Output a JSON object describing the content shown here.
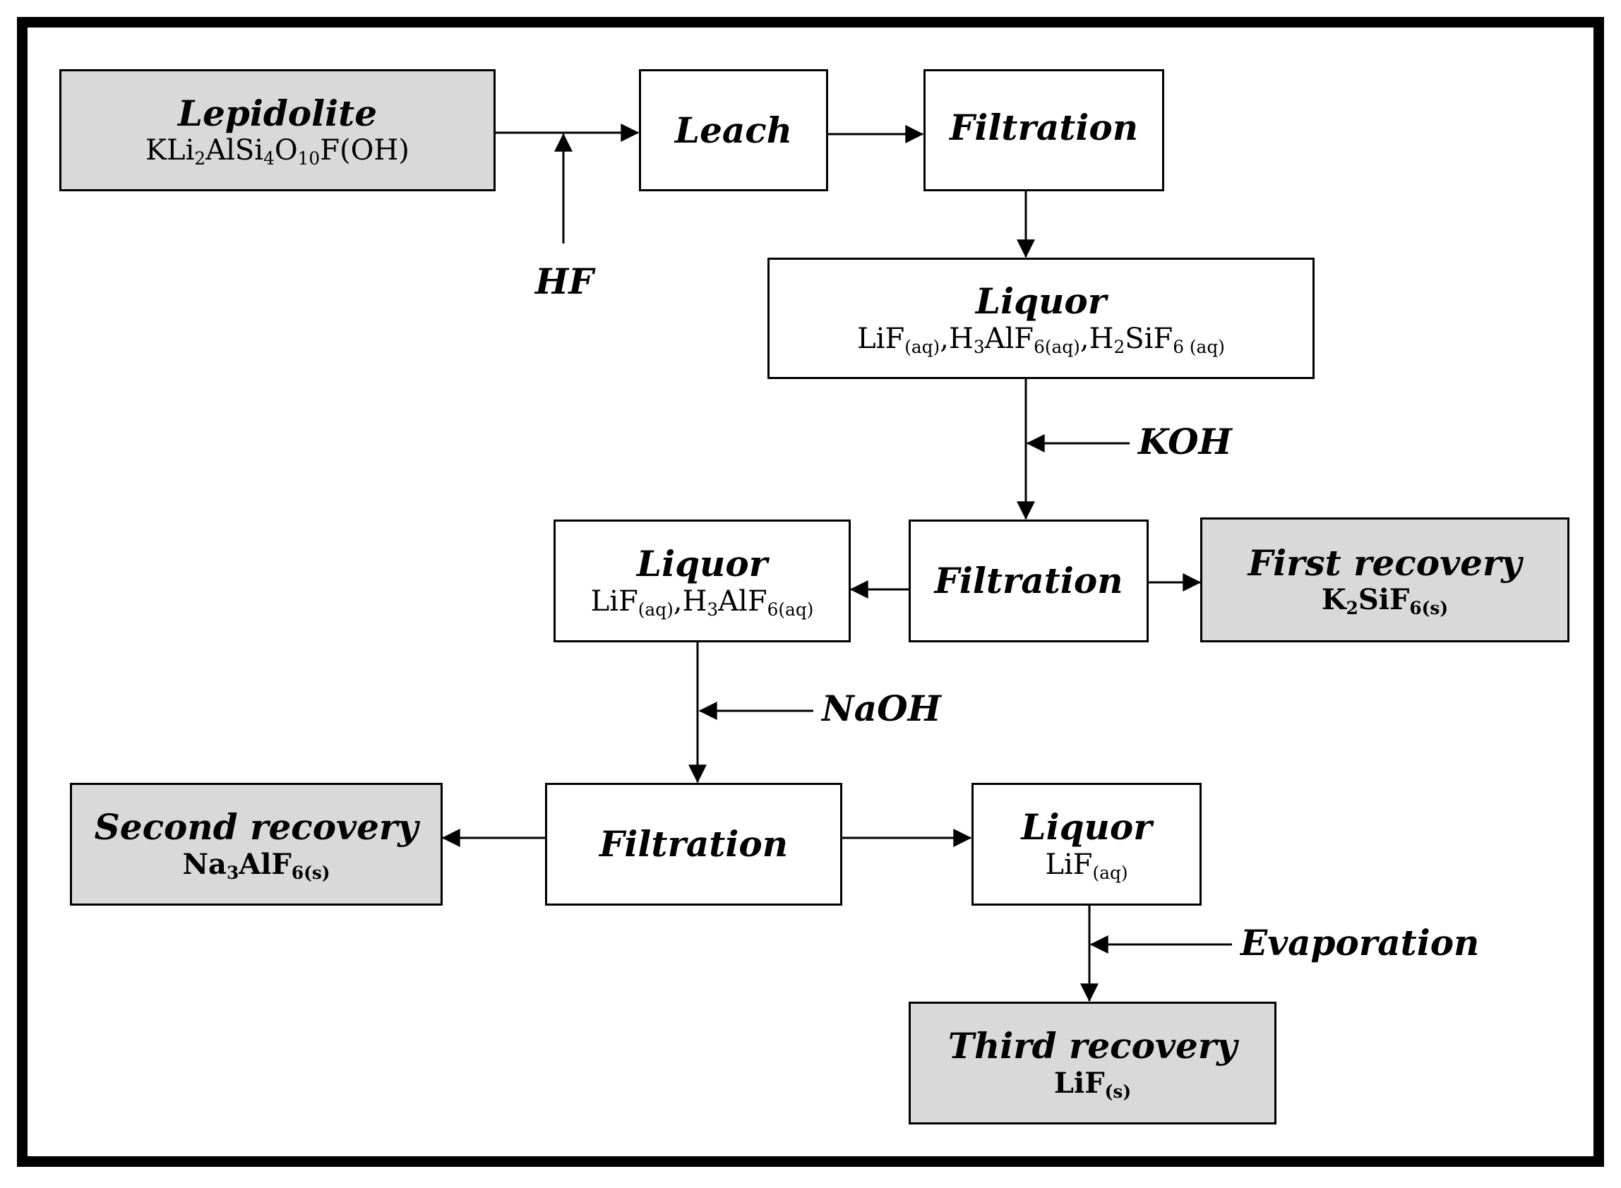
{
  "nodes": {
    "lepidolite": {
      "title": "Lepidolite",
      "formula": [
        {
          "t": "KLi"
        },
        {
          "s": "2"
        },
        {
          "t": "AlSi"
        },
        {
          "s": "4"
        },
        {
          "t": "O"
        },
        {
          "s": "10"
        },
        {
          "t": "F(OH)"
        }
      ]
    },
    "leach": {
      "title": "Leach"
    },
    "filtration_1": {
      "title": "Filtration"
    },
    "liquor_1": {
      "title": "Liquor",
      "formula": [
        {
          "t": "LiF"
        },
        {
          "s": "(aq)"
        },
        {
          "t": ",H"
        },
        {
          "s": "3"
        },
        {
          "t": "AlF"
        },
        {
          "s": "6(aq)"
        },
        {
          "t": ",H"
        },
        {
          "s": "2"
        },
        {
          "t": "SiF"
        },
        {
          "s": "6 (aq)"
        }
      ]
    },
    "filtration_2": {
      "title": "Filtration"
    },
    "liquor_2": {
      "title": "Liquor",
      "formula": [
        {
          "t": "LiF"
        },
        {
          "s": "(aq)"
        },
        {
          "t": ",H"
        },
        {
          "s": "3"
        },
        {
          "t": "AlF"
        },
        {
          "s": "6(aq)"
        }
      ]
    },
    "first_recovery": {
      "title": "First recovery",
      "formula": [
        {
          "t": "K"
        },
        {
          "s": "2"
        },
        {
          "t": "SiF"
        },
        {
          "s": "6(s)"
        }
      ]
    },
    "filtration_3": {
      "title": "Filtration"
    },
    "second_recovery": {
      "title": "Second recovery",
      "formula": [
        {
          "t": "Na"
        },
        {
          "s": "3"
        },
        {
          "t": "AlF"
        },
        {
          "s": "6(s)"
        }
      ]
    },
    "liquor_3": {
      "title": "Liquor",
      "formula": [
        {
          "t": "LiF"
        },
        {
          "s": "(aq)"
        }
      ]
    },
    "third_recovery": {
      "title": "Third recovery",
      "formula": [
        {
          "t": "LiF"
        },
        {
          "s": "(s)"
        }
      ]
    }
  },
  "reagents": {
    "hf": "HF",
    "koh": "KOH",
    "naoh": "NaOH",
    "evaporation": "Evaporation"
  },
  "colors": {
    "product_fill": "#d9d9d9",
    "process_fill": "#ffffff",
    "stroke": "#000000"
  }
}
